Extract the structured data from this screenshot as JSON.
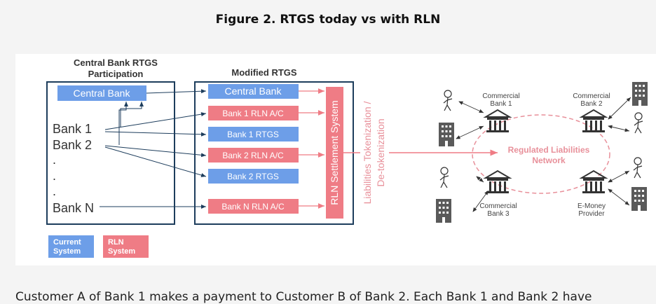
{
  "title": "Figure 2. RTGS today vs with RLN",
  "caption": "Customer A of Bank 1 makes a payment to Customer B of Bank 2. Each Bank 1 and Bank 2 have",
  "colors": {
    "blue": "#6d9ee8",
    "red": "#ef7c85",
    "navy": "#1d3d5c",
    "pink_text": "#e8909a",
    "dark": "#4a4a4a"
  },
  "left_group": {
    "title_line1": "Central Bank RTGS",
    "title_line2": "Participation",
    "central_bank": "Central Bank",
    "banks": [
      "Bank 1",
      "Bank 2",
      ".",
      ".",
      ".",
      "Bank N"
    ]
  },
  "middle_group": {
    "title": "Modified RTGS",
    "boxes": [
      {
        "label": "Central Bank",
        "system": "current"
      },
      {
        "label": "Bank 1 RLN A/C",
        "system": "rln"
      },
      {
        "label": "Bank 1 RTGS",
        "system": "current"
      },
      {
        "label": "Bank 2 RLN A/C",
        "system": "rln"
      },
      {
        "label": "Bank 2 RTGS",
        "system": "current"
      },
      {
        "label": "Bank N RLN A/C",
        "system": "rln"
      }
    ],
    "settlement": "RLN Settlement System"
  },
  "tokenization": {
    "line1": "Liabilities Tokenization /",
    "line2": "De-tokenization"
  },
  "network": {
    "label_line1": "Regulated Liabilities",
    "label_line2": "Network",
    "nodes": [
      {
        "line1": "Commercial",
        "line2": "Bank 1"
      },
      {
        "line1": "Commercial",
        "line2": "Bank 2"
      },
      {
        "line1": "Commercial",
        "line2": "Bank 3"
      },
      {
        "line1": "E-Money",
        "line2": "Provider"
      }
    ]
  },
  "legend": [
    {
      "line1": "Current",
      "line2": "System",
      "color": "#6d9ee8"
    },
    {
      "line1": "RLN",
      "line2": "System",
      "color": "#ef7c85"
    }
  ]
}
